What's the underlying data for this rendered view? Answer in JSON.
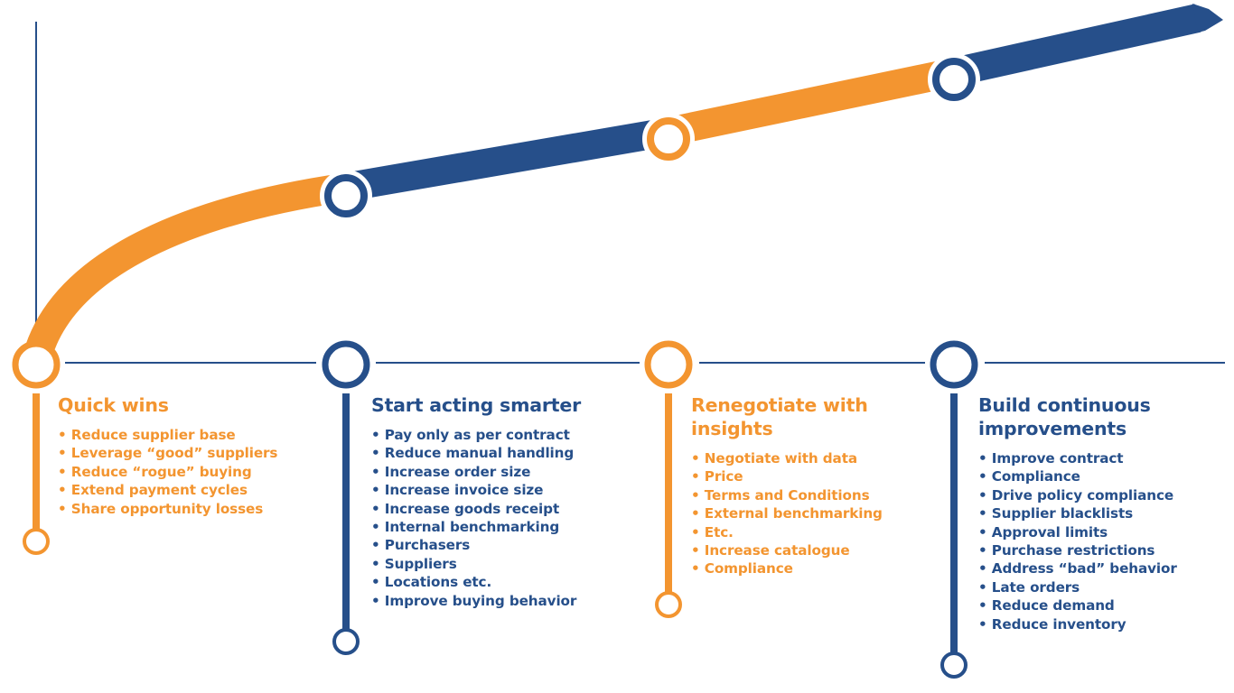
{
  "colors": {
    "orange": "#F39530",
    "blue": "#264F8A",
    "white": "#ffffff"
  },
  "phases": [
    {
      "title": "Quick wins",
      "color": "orange",
      "items": [
        "Reduce supplier base",
        "Leverage “good” suppliers",
        "Reduce “rogue” buying",
        "Extend payment cycles",
        "Share opportunity losses"
      ]
    },
    {
      "title": "Start acting smarter",
      "color": "blue",
      "items": [
        "Pay only as per contract",
        "Reduce manual handling",
        "Increase order size",
        "Increase invoice size",
        "Increase goods receipt",
        "Internal benchmarking",
        "Purchasers",
        "Suppliers",
        "Locations etc.",
        "Improve buying behavior"
      ]
    },
    {
      "title": "Renegotiate with insights",
      "color": "orange",
      "items": [
        "Negotiate with data",
        "Price",
        "Terms and Conditions",
        "External benchmarking",
        "Etc.",
        "Increase catalogue",
        "Compliance"
      ]
    },
    {
      "title": "Build continuous improvements",
      "color": "blue",
      "items": [
        "Improve contract",
        "Compliance",
        "Drive policy compliance",
        "Supplier blacklists",
        "Approval limits",
        "Purchase restrictions",
        "Address “bad” behavior",
        "Late orders",
        "Reduce demand",
        "Reduce inventory"
      ]
    }
  ]
}
